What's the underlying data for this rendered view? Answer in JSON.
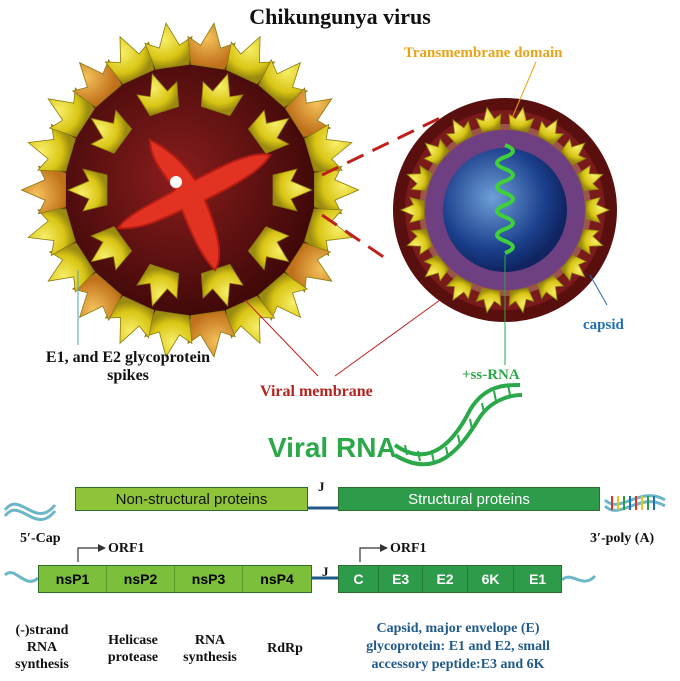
{
  "title": "Chikungunya virus",
  "labels": {
    "transmembrane": "Transmembrane domain",
    "capsid": "capsid",
    "spikes_line1": "E1, and E2 glycoprotein",
    "spikes_line2": "spikes",
    "membrane": "Viral membrane",
    "ssrna": "+ss-RNA",
    "viral_rna": "Viral RNA"
  },
  "genome_top": {
    "cap": "5′-Cap",
    "polyA": "3′-poly (A)",
    "junction": "J",
    "nonstructural": "Non-structural proteins",
    "structural": "Structural proteins"
  },
  "genome_bottom": {
    "orf_left": "ORF1",
    "orf_right": "ORF1",
    "junction": "J",
    "ns_segments": [
      "nsP1",
      "nsP2",
      "nsP3",
      "nsP4"
    ],
    "s_segments": [
      "C",
      "E3",
      "E2",
      "6K",
      "E1"
    ]
  },
  "functions": {
    "nsp1": [
      "(-)strand",
      "RNA",
      "synthesis"
    ],
    "nsp2": [
      "Helicase",
      "protease"
    ],
    "nsp3": [
      "RNA",
      "synthesis"
    ],
    "nsp4": [
      "RdRp"
    ],
    "structural": [
      "Capsid, major envelope (E)",
      "glycoprotein: E1 and E2, small",
      "accessory peptide:E3 and 6K"
    ]
  },
  "colors": {
    "spike_yellow": "#e9d81f",
    "membrane_red": "#6b1414",
    "protein_red": "#e23322",
    "rna_green": "#2ba84a",
    "nonstructural_bar": "#8fc43a",
    "structural_bar": "#2e9b4a"
  }
}
